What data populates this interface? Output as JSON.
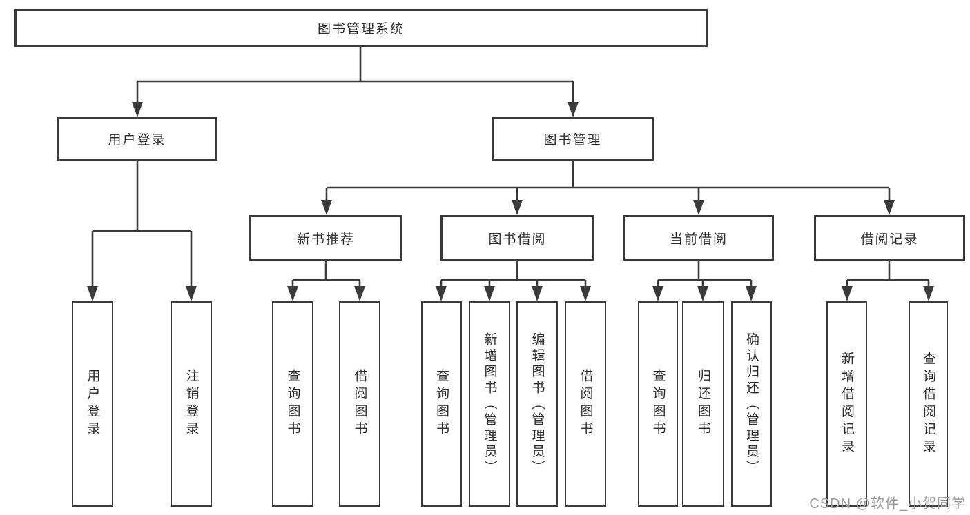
{
  "diagram": {
    "root": "图书管理系统",
    "level2": {
      "user_login": "用户登录",
      "book_mgmt": "图书管理"
    },
    "level3": {
      "new_book": "新书推荐",
      "book_borrow": "图书借阅",
      "current_borrow": "当前借阅",
      "borrow_records": "借阅记录"
    },
    "leaves": {
      "user_login": [
        "用户登录",
        "注销登录"
      ],
      "new_book": [
        "查询图书",
        "借阅图书"
      ],
      "book_borrow": [
        "查询图书",
        "新增图书（管理员）",
        "编辑图书（管理员）",
        "借阅图书"
      ],
      "current_borrow": [
        "查询图书",
        "归还图书",
        "确认归还（管理员）"
      ],
      "borrow_records": [
        "新增借阅记录",
        "查询借阅记录"
      ]
    },
    "watermark": "CSDN @软件_小贺同学",
    "colors": {
      "line": "#3a3a3a",
      "text": "#2c2c2c",
      "watermark": "#9b9b9b",
      "background": "#ffffff"
    }
  }
}
